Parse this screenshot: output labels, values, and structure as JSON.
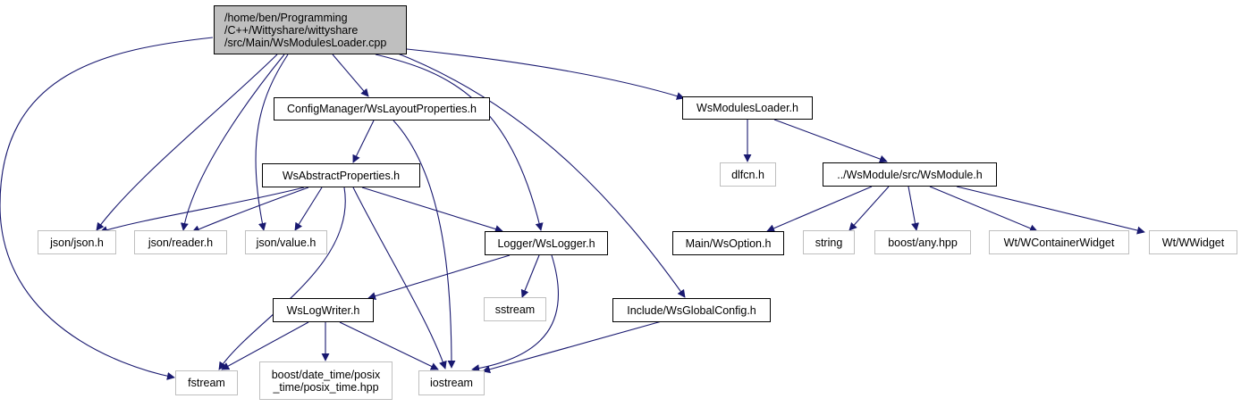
{
  "graph": {
    "root": {
      "lines": [
        "/home/ben/Programming",
        "/C++/Wittyshare/wittyshare",
        "/src/Main/WsModulesLoader.cpp"
      ]
    },
    "nodes": {
      "layout_props": {
        "label": "ConfigManager/WsLayoutProperties.h"
      },
      "modules_loader_h": {
        "label": "WsModulesLoader.h"
      },
      "abstract_props": {
        "label": "WsAbstractProperties.h"
      },
      "dlfcn": {
        "label": "dlfcn.h"
      },
      "ws_module": {
        "label": "../WsModule/src/WsModule.h"
      },
      "json_json": {
        "label": "json/json.h"
      },
      "json_reader": {
        "label": "json/reader.h"
      },
      "json_value": {
        "label": "json/value.h"
      },
      "logger": {
        "label": "Logger/WsLogger.h"
      },
      "ws_option": {
        "label": "Main/WsOption.h"
      },
      "string": {
        "label": "string"
      },
      "boost_any": {
        "label": "boost/any.hpp"
      },
      "wcontainer": {
        "label": "Wt/WContainerWidget"
      },
      "wwidget": {
        "label": "Wt/WWidget"
      },
      "sstream": {
        "label": "sstream"
      },
      "global_config": {
        "label": "Include/WsGlobalConfig.h"
      },
      "log_writer": {
        "label": "WsLogWriter.h"
      },
      "fstream": {
        "label": "fstream"
      },
      "posix_time": {
        "lines": [
          "boost/date_time/posix",
          "_time/posix_time.hpp"
        ]
      },
      "iostream": {
        "label": "iostream"
      }
    },
    "colors": {
      "edge": "#191970",
      "ext_border": "#bfbfbf",
      "doc_border": "#000000",
      "root_fill": "#bfbfbf"
    }
  }
}
